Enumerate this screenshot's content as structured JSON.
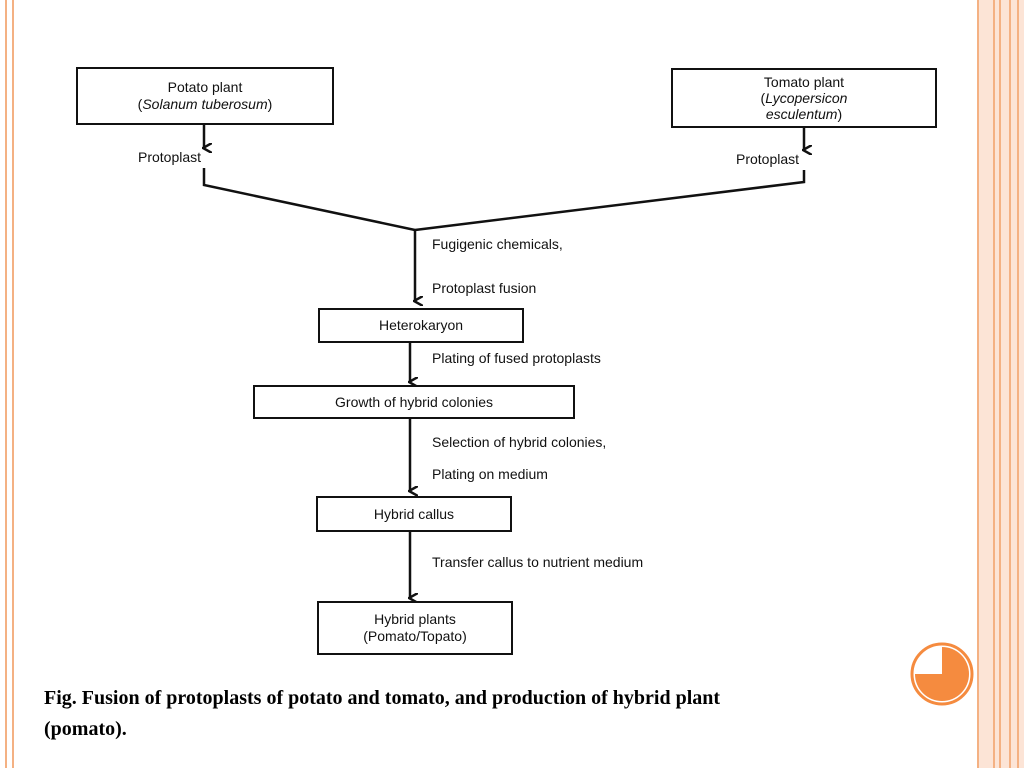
{
  "theme": {
    "accent": "#f4b183",
    "accent_fill": "#f58b3f",
    "panel_fill": "#fce4d6"
  },
  "diagram": {
    "potato": {
      "line1": "Potato plant",
      "line2_open": "(",
      "line2_italic": "Solanum tuberosum",
      "line2_close": ")"
    },
    "tomato": {
      "line1": "Tomato plant",
      "line2_open": "(",
      "line2_italic": "Lycopersicon",
      "line3_italic": "esculentum",
      "line3_close": ")"
    },
    "protoplast_left": "Protoplast",
    "protoplast_right": "Protoplast",
    "step_fusion_1": "Fugigenic chemicals,",
    "step_fusion_2": "Protoplast fusion",
    "heterokaryon": "Heterokaryon",
    "step_plating": "Plating of fused protoplasts",
    "growth": "Growth of hybrid colonies",
    "step_selection_1": "Selection of hybrid colonies,",
    "step_selection_2": "Plating on medium",
    "callus": "Hybrid callus",
    "step_transfer": "Transfer callus to nutrient medium",
    "hybrid_line1": "Hybrid plants",
    "hybrid_line2": "(Pomato/Topato)"
  },
  "caption": {
    "line1": "Fig. Fusion of protoplasts of potato and tomato, and production of hybrid plant",
    "line2": "(pomato)."
  },
  "icons": {
    "corner_decoration": "pie-chart-icon"
  }
}
